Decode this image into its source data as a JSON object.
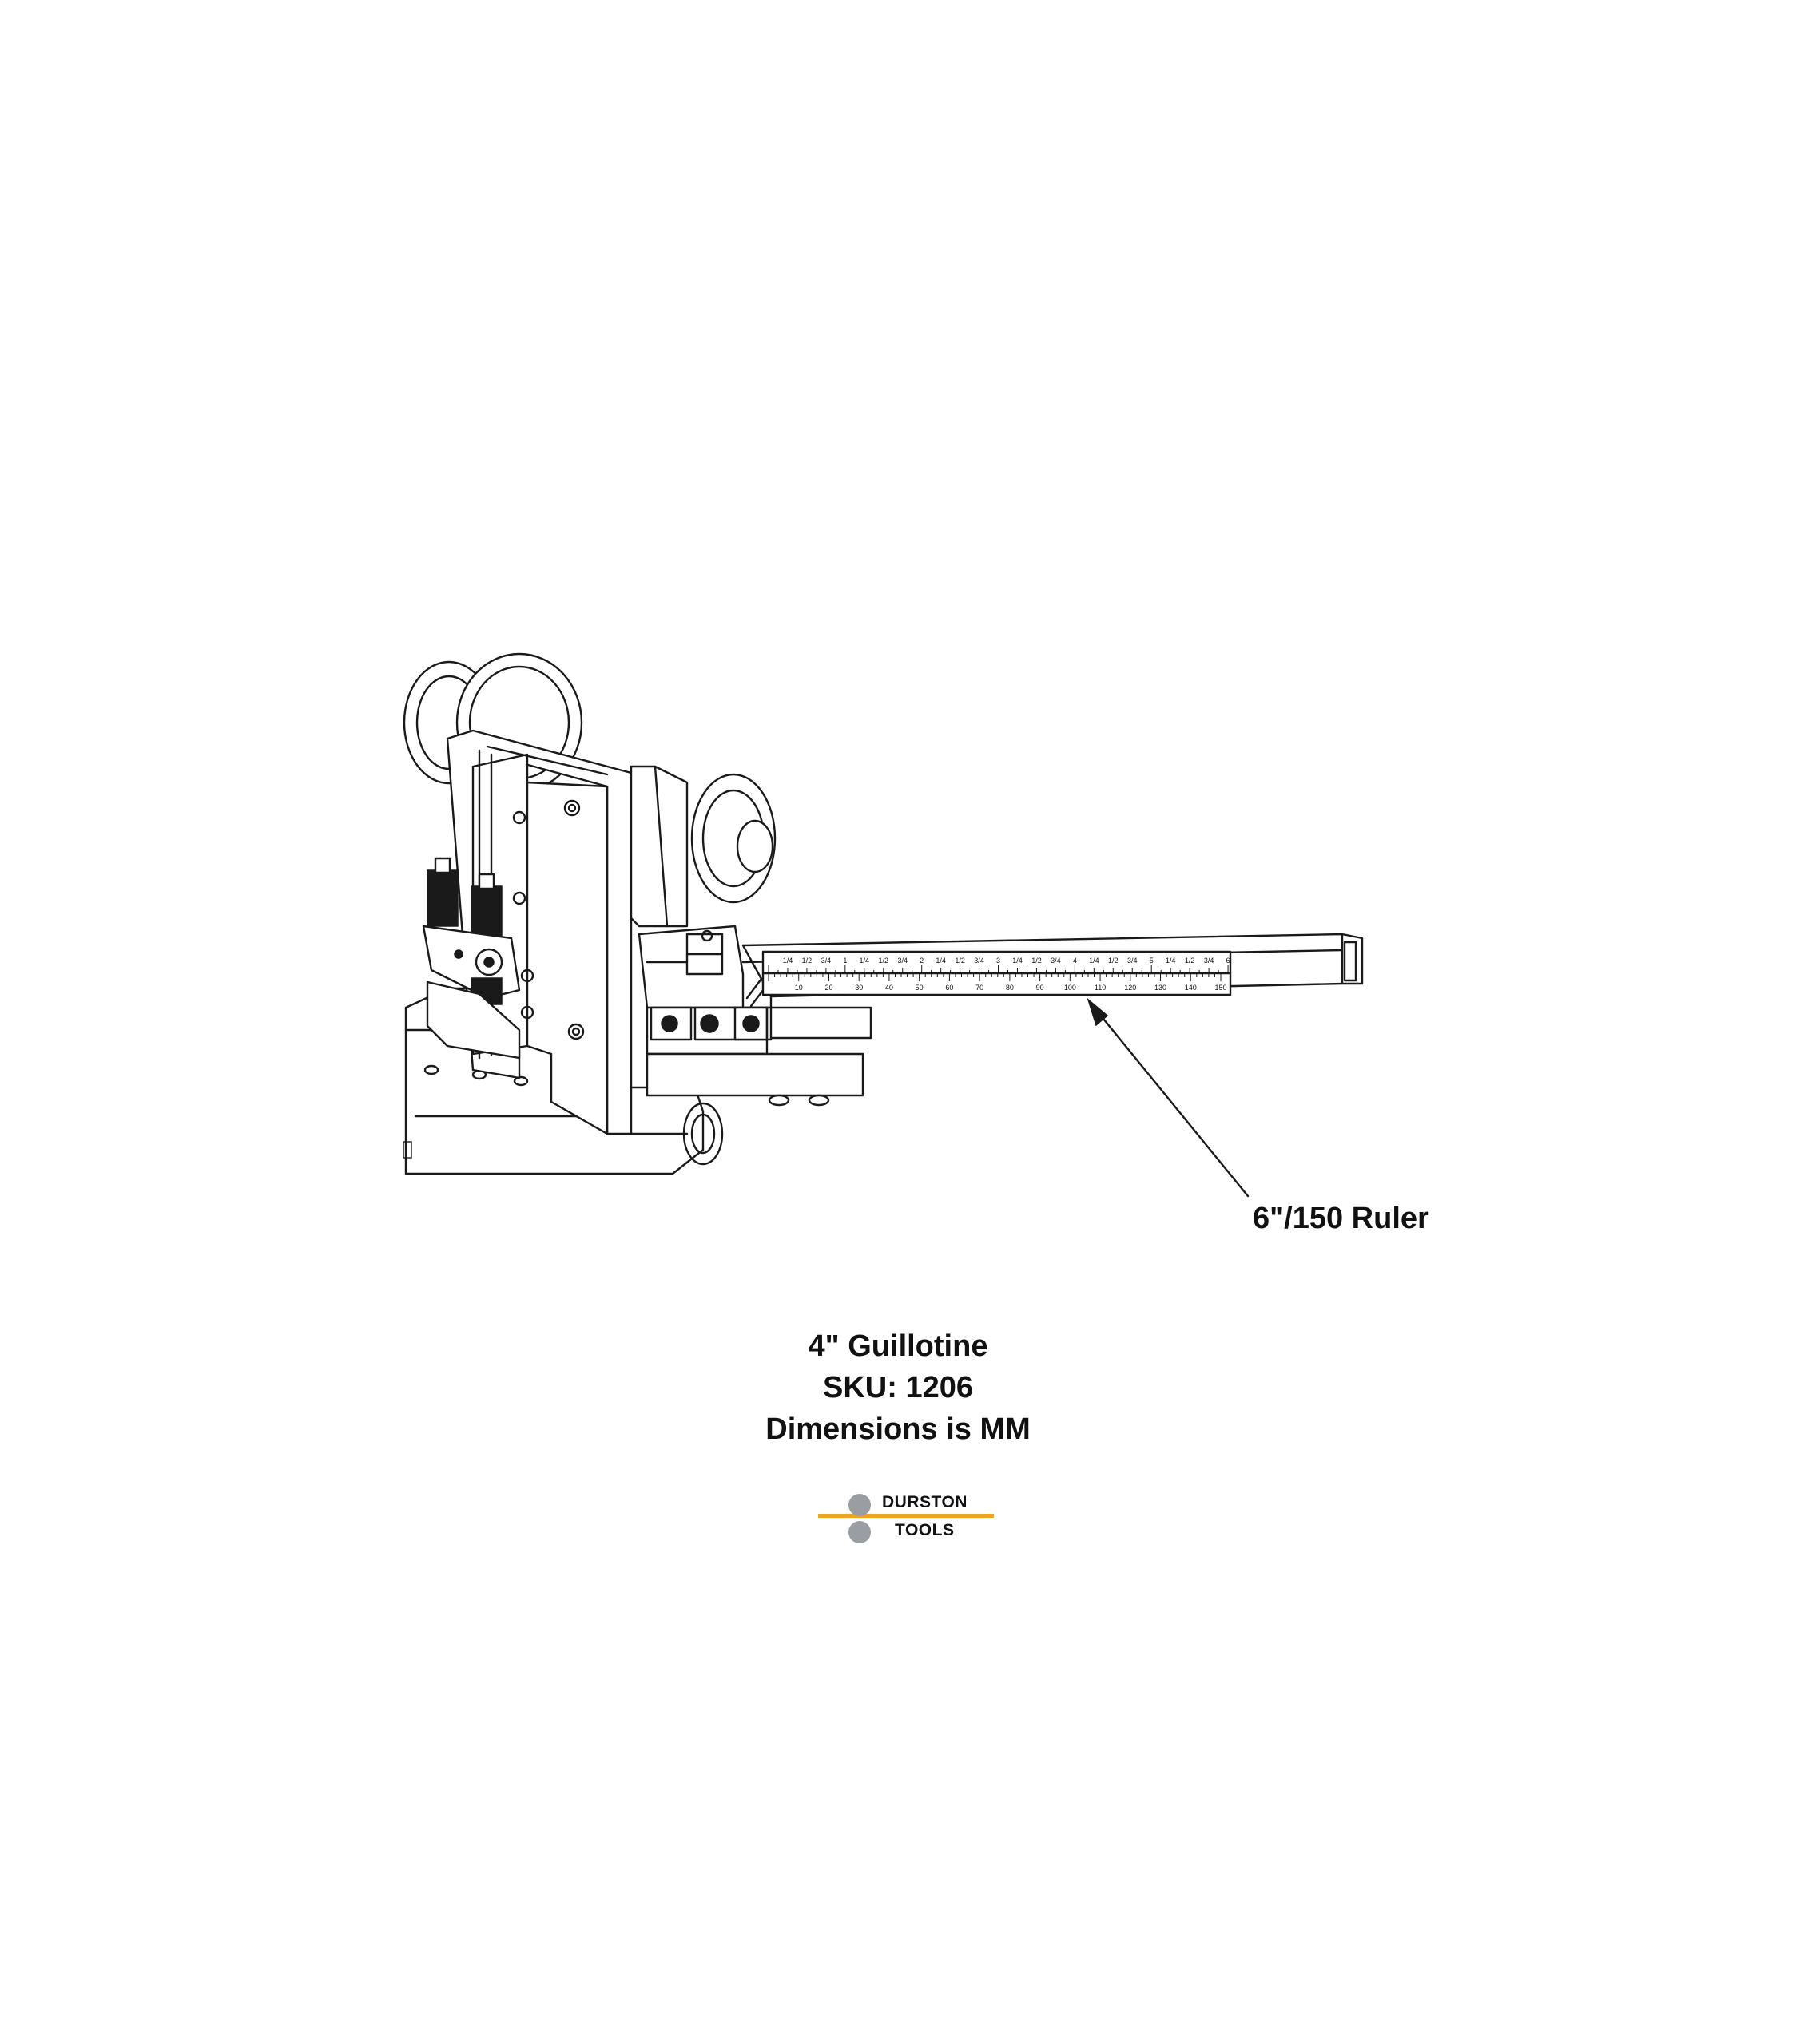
{
  "callout": {
    "label": "6\"/150 Ruler"
  },
  "caption": {
    "line1": "4\" Guillotine",
    "line2": "SKU: 1206",
    "line3": "Dimensions is MM"
  },
  "logo": {
    "word1": "DURSTON",
    "word2": "TOOLS",
    "accent": "#f0a41e",
    "dot_color": "#9a9ea3"
  },
  "ruler": {
    "mm_labels": [
      "10",
      "20",
      "30",
      "40",
      "50",
      "60",
      "70",
      "80",
      "90",
      "100",
      "110",
      "120",
      "130",
      "140",
      "150"
    ],
    "inch_labels": [
      "1/4",
      "1/2",
      "3/4",
      "1",
      "1/4",
      "1/2",
      "3/4",
      "2",
      "1/4",
      "1/2",
      "3/4",
      "3",
      "1/4",
      "1/2",
      "3/4",
      "4",
      "1/4",
      "1/2",
      "3/4",
      "5",
      "1/4",
      "1/2",
      "3/4",
      "6"
    ]
  }
}
